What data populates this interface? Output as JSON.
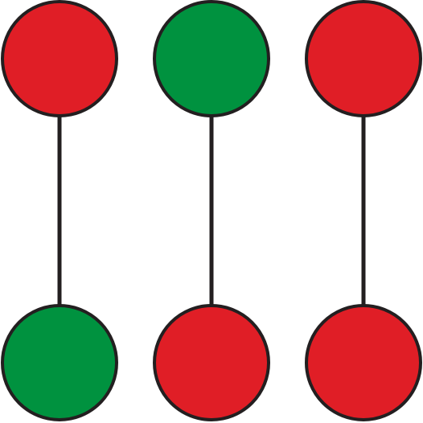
{
  "colors": {
    "red": "#e01e26",
    "green": "#00923f",
    "outline": "#231f20",
    "background": "#ffffff"
  },
  "pairs": [
    {
      "top": "red",
      "bottom": "green"
    },
    {
      "top": "green",
      "bottom": "red"
    },
    {
      "top": "red",
      "bottom": "red"
    }
  ]
}
